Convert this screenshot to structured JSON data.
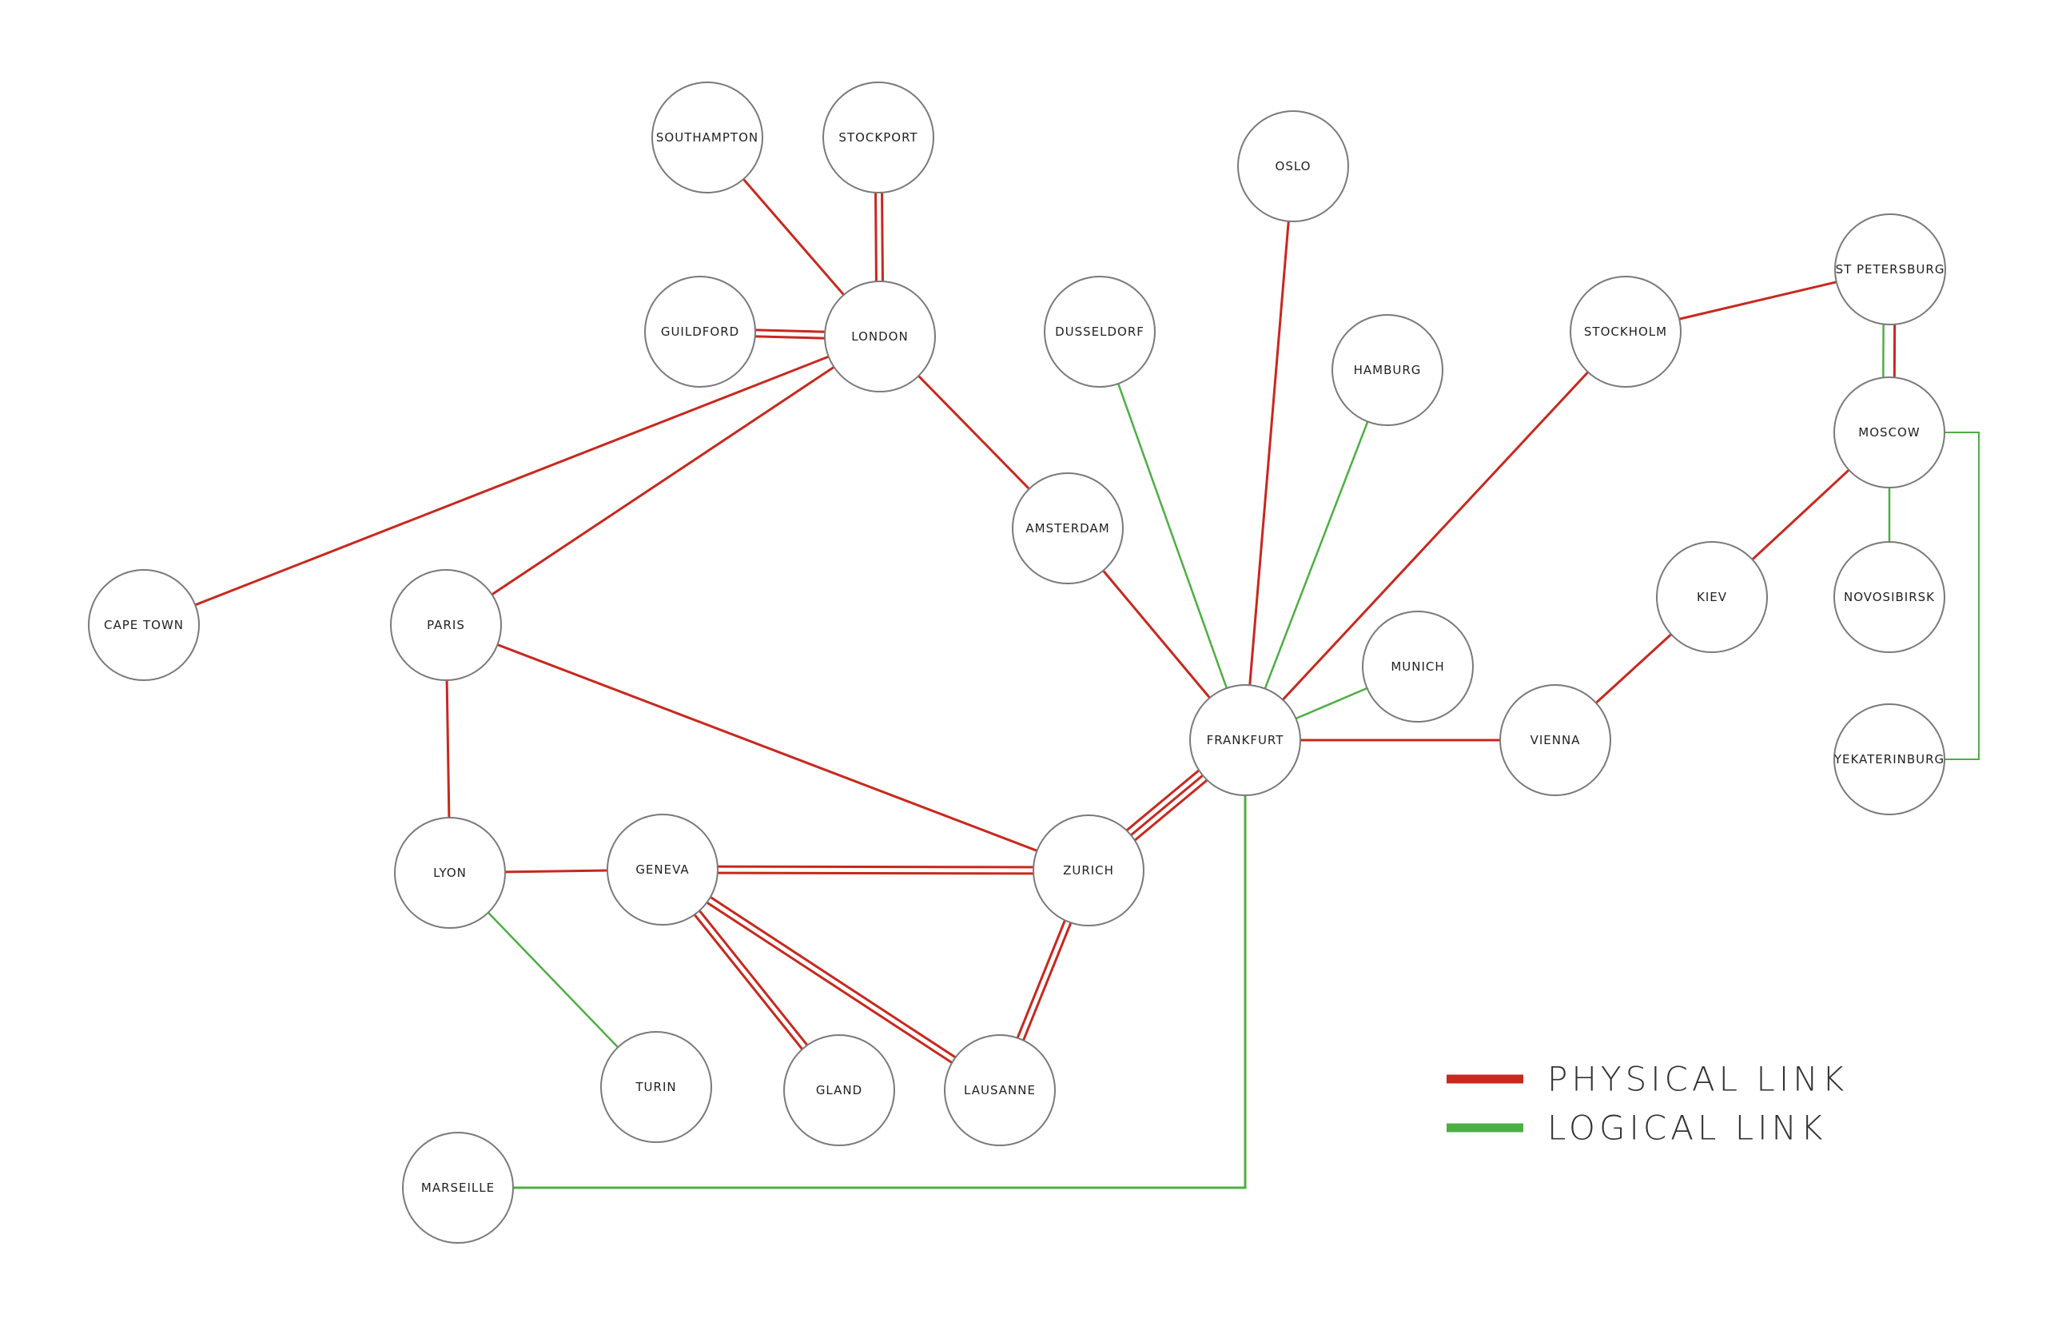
{
  "colors": {
    "physical": "#c8281e",
    "logical": "#4caf43"
  },
  "nodes": [
    {
      "id": "southampton",
      "label": "SOUTHAMPTON"
    },
    {
      "id": "stockport",
      "label": "STOCKPORT"
    },
    {
      "id": "guildford",
      "label": "GUILDFORD"
    },
    {
      "id": "london",
      "label": "LONDON"
    },
    {
      "id": "dusseldorf",
      "label": "DUSSELDORF"
    },
    {
      "id": "oslo",
      "label": "OSLO"
    },
    {
      "id": "hamburg",
      "label": "HAMBURG"
    },
    {
      "id": "stockholm",
      "label": "STOCKHOLM"
    },
    {
      "id": "st_petersburg",
      "label": "ST PETERSBURG"
    },
    {
      "id": "moscow",
      "label": "MOSCOW"
    },
    {
      "id": "amsterdam",
      "label": "AMSTERDAM"
    },
    {
      "id": "cape_town",
      "label": "CAPE TOWN"
    },
    {
      "id": "paris",
      "label": "PARIS"
    },
    {
      "id": "kiev",
      "label": "KIEV"
    },
    {
      "id": "novosibirsk",
      "label": "NOVOSIBIRSK"
    },
    {
      "id": "munich",
      "label": "MUNICH"
    },
    {
      "id": "frankfurt",
      "label": "FRANKFURT"
    },
    {
      "id": "vienna",
      "label": "VIENNA"
    },
    {
      "id": "yekaterinburg",
      "label": "YEKATERINBURG"
    },
    {
      "id": "lyon",
      "label": "LYON"
    },
    {
      "id": "geneva",
      "label": "GENEVA"
    },
    {
      "id": "zurich",
      "label": "ZURICH"
    },
    {
      "id": "turin",
      "label": "TURIN"
    },
    {
      "id": "gland",
      "label": "GLAND"
    },
    {
      "id": "lausanne",
      "label": "LAUSANNE"
    },
    {
      "id": "marseille",
      "label": "MARSEILLE"
    }
  ],
  "links": [
    {
      "from": "southampton",
      "to": "london",
      "type": "physical",
      "count": 1
    },
    {
      "from": "stockport",
      "to": "london",
      "type": "physical",
      "count": 2
    },
    {
      "from": "guildford",
      "to": "london",
      "type": "physical",
      "count": 2
    },
    {
      "from": "london",
      "to": "cape_town",
      "type": "physical",
      "count": 1
    },
    {
      "from": "london",
      "to": "paris",
      "type": "physical",
      "count": 1
    },
    {
      "from": "london",
      "to": "amsterdam",
      "type": "physical",
      "count": 1
    },
    {
      "from": "amsterdam",
      "to": "frankfurt",
      "type": "physical",
      "count": 1
    },
    {
      "from": "dusseldorf",
      "to": "frankfurt",
      "type": "logical",
      "count": 1
    },
    {
      "from": "oslo",
      "to": "frankfurt",
      "type": "physical",
      "count": 1
    },
    {
      "from": "hamburg",
      "to": "frankfurt",
      "type": "logical",
      "count": 1
    },
    {
      "from": "stockholm",
      "to": "frankfurt",
      "type": "physical",
      "count": 1
    },
    {
      "from": "stockholm",
      "to": "st_petersburg",
      "type": "physical",
      "count": 1
    },
    {
      "from": "st_petersburg",
      "to": "moscow",
      "type": "physical",
      "count": 1
    },
    {
      "from": "st_petersburg",
      "to": "moscow",
      "type": "logical",
      "count": 1
    },
    {
      "from": "moscow",
      "to": "kiev",
      "type": "physical",
      "count": 1
    },
    {
      "from": "moscow",
      "to": "novosibirsk",
      "type": "logical",
      "count": 1
    },
    {
      "from": "moscow",
      "to": "yekaterinburg",
      "type": "logical",
      "count": 1,
      "route": "bracket"
    },
    {
      "from": "kiev",
      "to": "vienna",
      "type": "physical",
      "count": 1
    },
    {
      "from": "frankfurt",
      "to": "vienna",
      "type": "physical",
      "count": 1
    },
    {
      "from": "frankfurt",
      "to": "munich",
      "type": "logical",
      "count": 1
    },
    {
      "from": "frankfurt",
      "to": "zurich",
      "type": "physical",
      "count": 3
    },
    {
      "from": "frankfurt",
      "to": "marseille",
      "type": "logical",
      "count": 1,
      "route": "elbow"
    },
    {
      "from": "paris",
      "to": "zurich",
      "type": "physical",
      "count": 1
    },
    {
      "from": "paris",
      "to": "lyon",
      "type": "physical",
      "count": 1
    },
    {
      "from": "lyon",
      "to": "geneva",
      "type": "physical",
      "count": 1
    },
    {
      "from": "lyon",
      "to": "turin",
      "type": "logical",
      "count": 1
    },
    {
      "from": "geneva",
      "to": "zurich",
      "type": "physical",
      "count": 2
    },
    {
      "from": "geneva",
      "to": "gland",
      "type": "physical",
      "count": 2
    },
    {
      "from": "geneva",
      "to": "lausanne",
      "type": "physical",
      "count": 2
    },
    {
      "from": "zurich",
      "to": "lausanne",
      "type": "physical",
      "count": 2
    }
  ],
  "legend": [
    {
      "type": "physical",
      "label": "PHYSICAL LINK"
    },
    {
      "type": "logical",
      "label": "LOGICAL LINK"
    }
  ]
}
